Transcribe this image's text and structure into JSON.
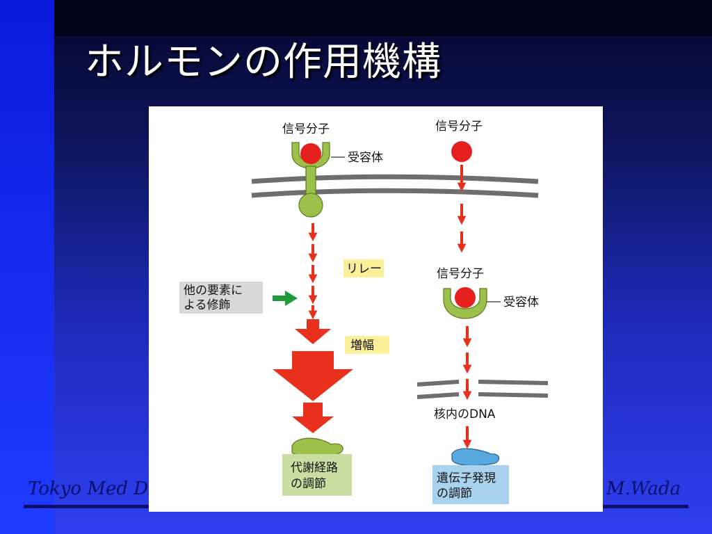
{
  "slide": {
    "title": "ホルモンの作用機構",
    "footer_left": "Tokyo Med De",
    "footer_right": "M.Wada"
  },
  "diagram": {
    "left": {
      "signal": "信号分子",
      "receptor": "受容体",
      "relay": "リレー",
      "modification_line1": "他の要素に",
      "modification_line2": "よる修飾",
      "amplification": "増幅",
      "result_line1": "代謝経路",
      "result_line2": "の調節"
    },
    "right": {
      "signal_top": "信号分子",
      "signal_mid": "信号分子",
      "receptor": "受容体",
      "nucleus": "核内のDNA",
      "result_line1": "遺伝子発現",
      "result_line2": "の調節"
    },
    "colors": {
      "signal": "#e5201f",
      "receptor": "#9cc04a",
      "arrow": "#e8301c",
      "membrane": "#6e6e6e",
      "label_yellow": "#fbef9a",
      "label_green": "#c9dea0",
      "label_blue": "#a9d2ef",
      "label_gray": "#d8d8d8",
      "modifier_arrow": "#1e9a3a",
      "metabolic_shape": "#9cc04a",
      "dna_shape": "#5aa8e0"
    }
  }
}
